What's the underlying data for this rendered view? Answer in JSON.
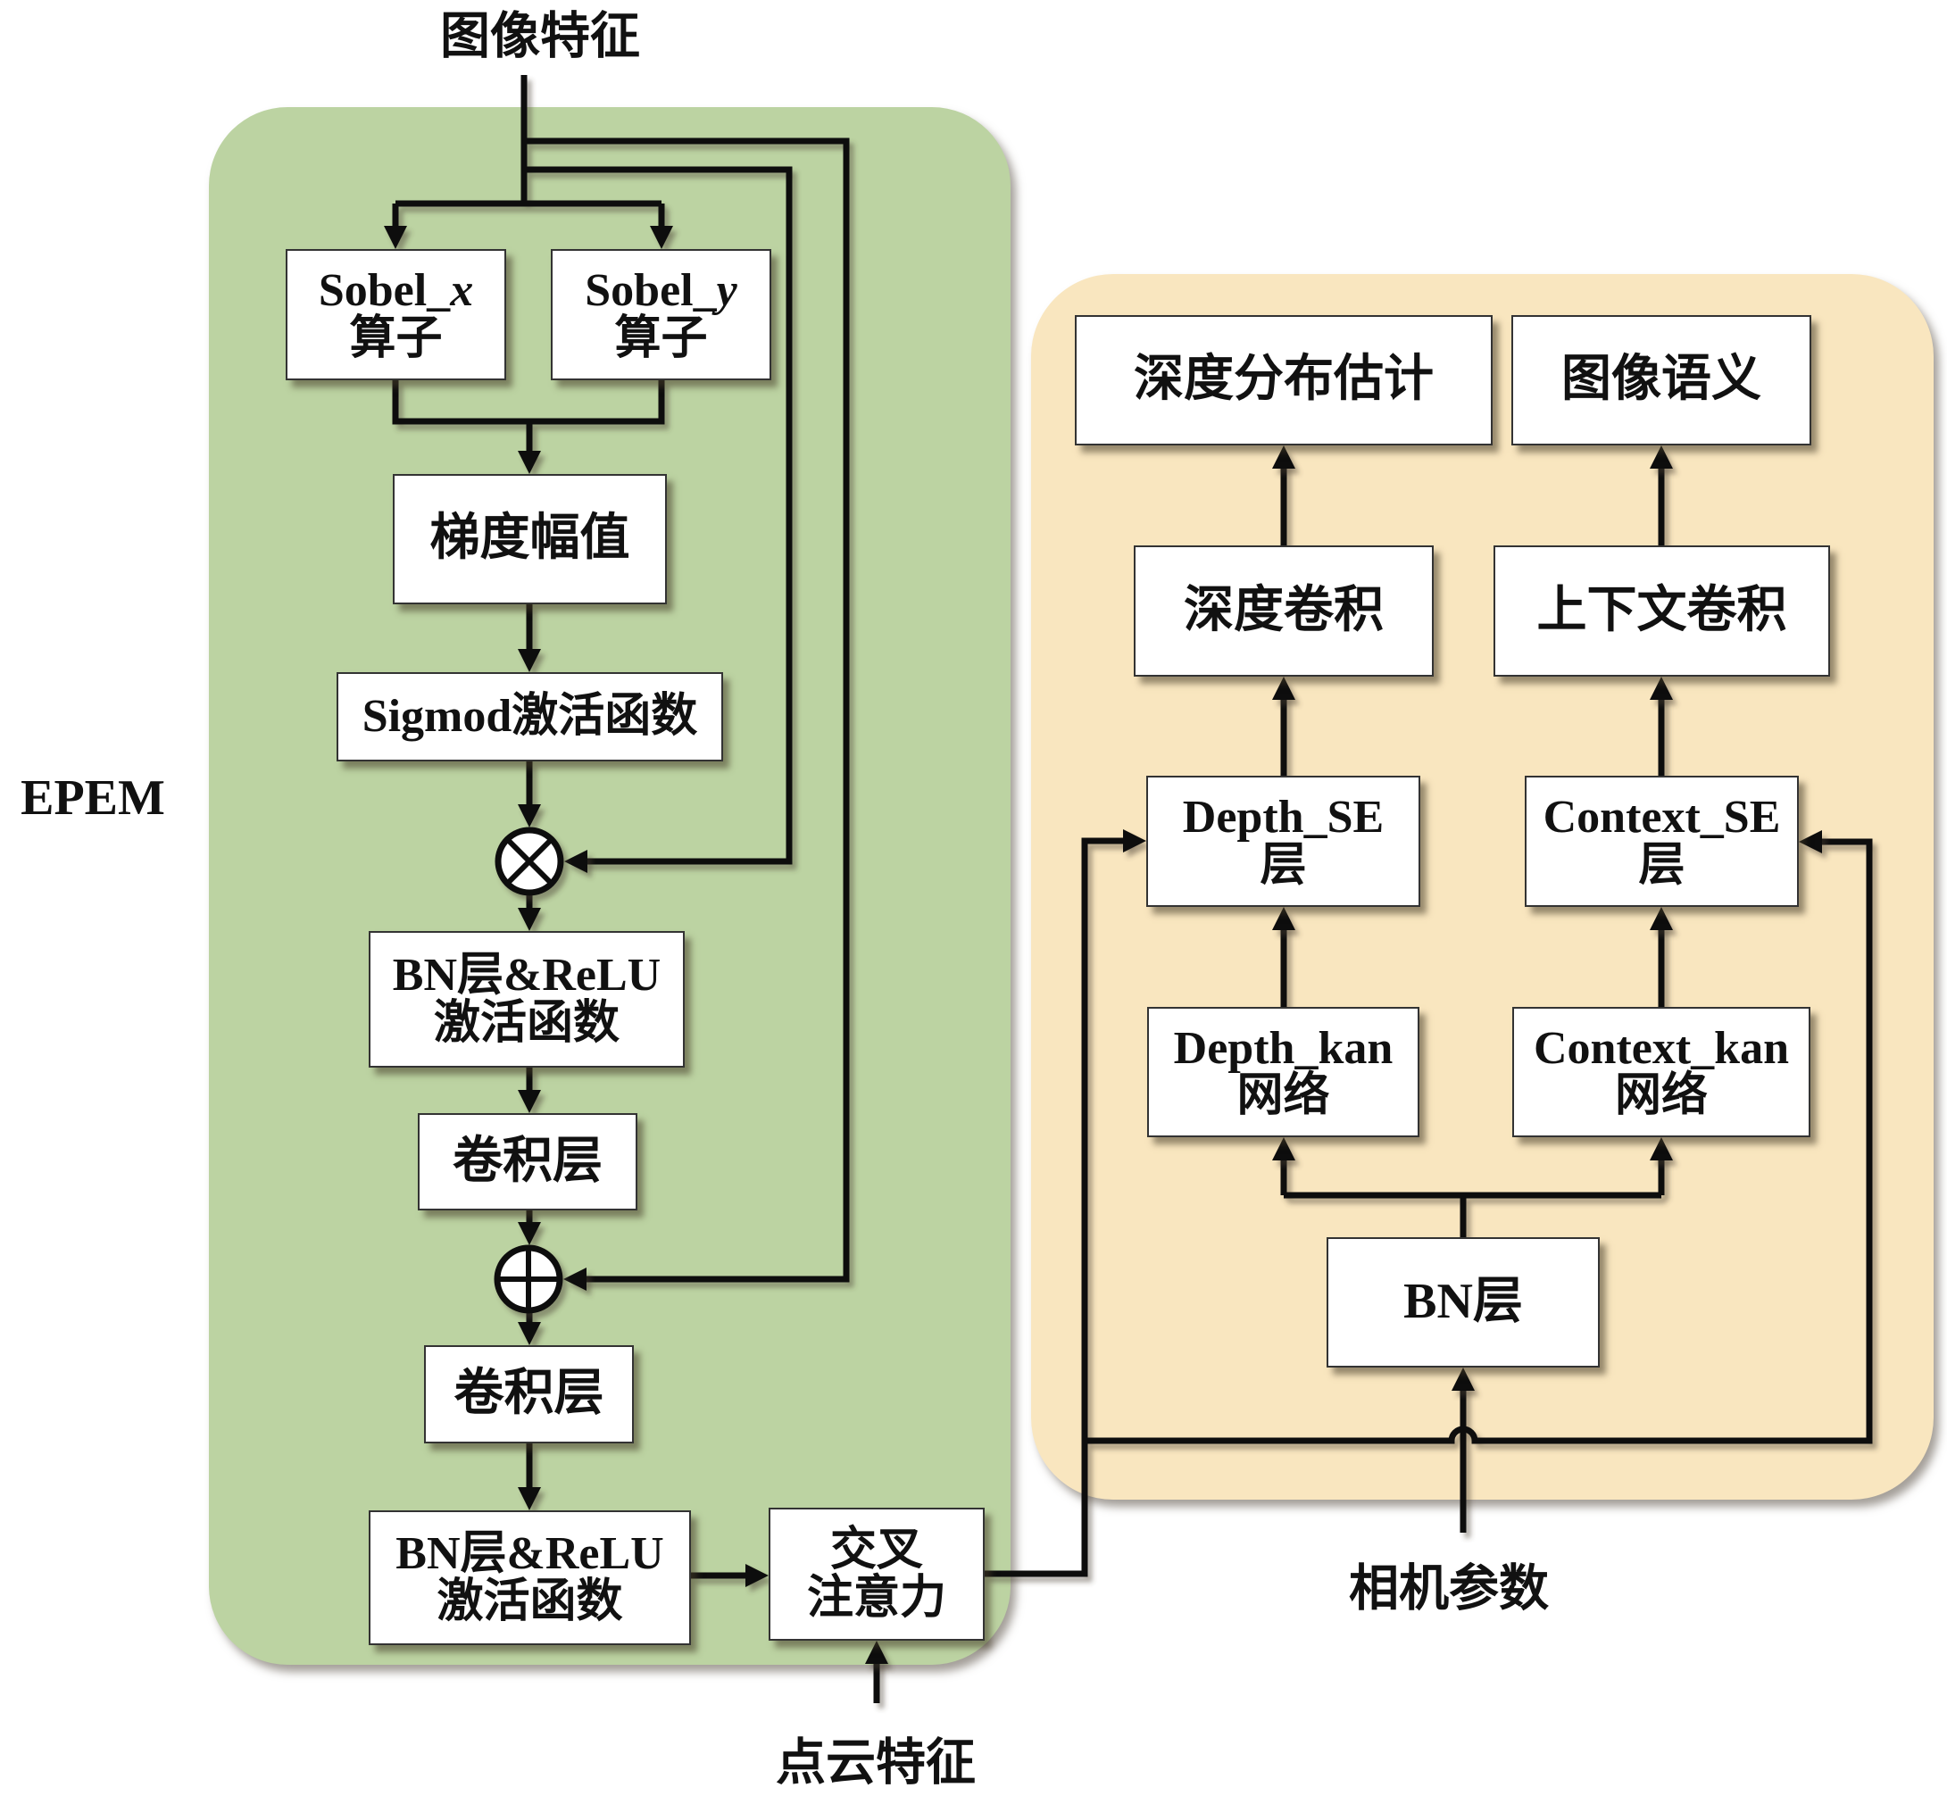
{
  "inputs": {
    "image_features": "图像特征",
    "point_cloud_features": "点云特征",
    "camera_params": "相机参数"
  },
  "module_label": "EPEM",
  "epem": {
    "sobel_x": {
      "line1_prefix": "Sobel_",
      "line1_var": "x",
      "line2": "算子"
    },
    "sobel_y": {
      "line1_prefix": "Sobel_",
      "line1_var": "y",
      "line2": "算子"
    },
    "gradient_magnitude": "梯度幅值",
    "sigmoid": "Sigmod激活函数",
    "multiply_op": "⊗",
    "bn_relu_1": {
      "line1": "BN层&ReLU",
      "line2": "激活函数"
    },
    "conv_1": "卷积层",
    "add_op": "⊕",
    "conv_2": "卷积层",
    "bn_relu_2": {
      "line1": "BN层&ReLU",
      "line2": "激活函数"
    },
    "cross_attention": {
      "line1": "交叉",
      "line2": "注意力"
    }
  },
  "depth_net": {
    "depth_distribution": "深度分布估计",
    "image_semantics": "图像语义",
    "depth_conv": "深度卷积",
    "context_conv": "上下文卷积",
    "depth_se": {
      "line1": "Depth_SE",
      "line2": "层"
    },
    "context_se": {
      "line1": "Context_SE",
      "line2": "层"
    },
    "depth_kan": {
      "line1": "Depth_kan",
      "line2": "网络"
    },
    "context_kan": {
      "line1": "Context_kan",
      "line2": "网络"
    },
    "bn": "BN层"
  },
  "colors": {
    "epem_panel": "#bcd3a2",
    "depth_panel": "#f9e6bf",
    "box_fill": "#ffffff",
    "line": "#111111"
  }
}
